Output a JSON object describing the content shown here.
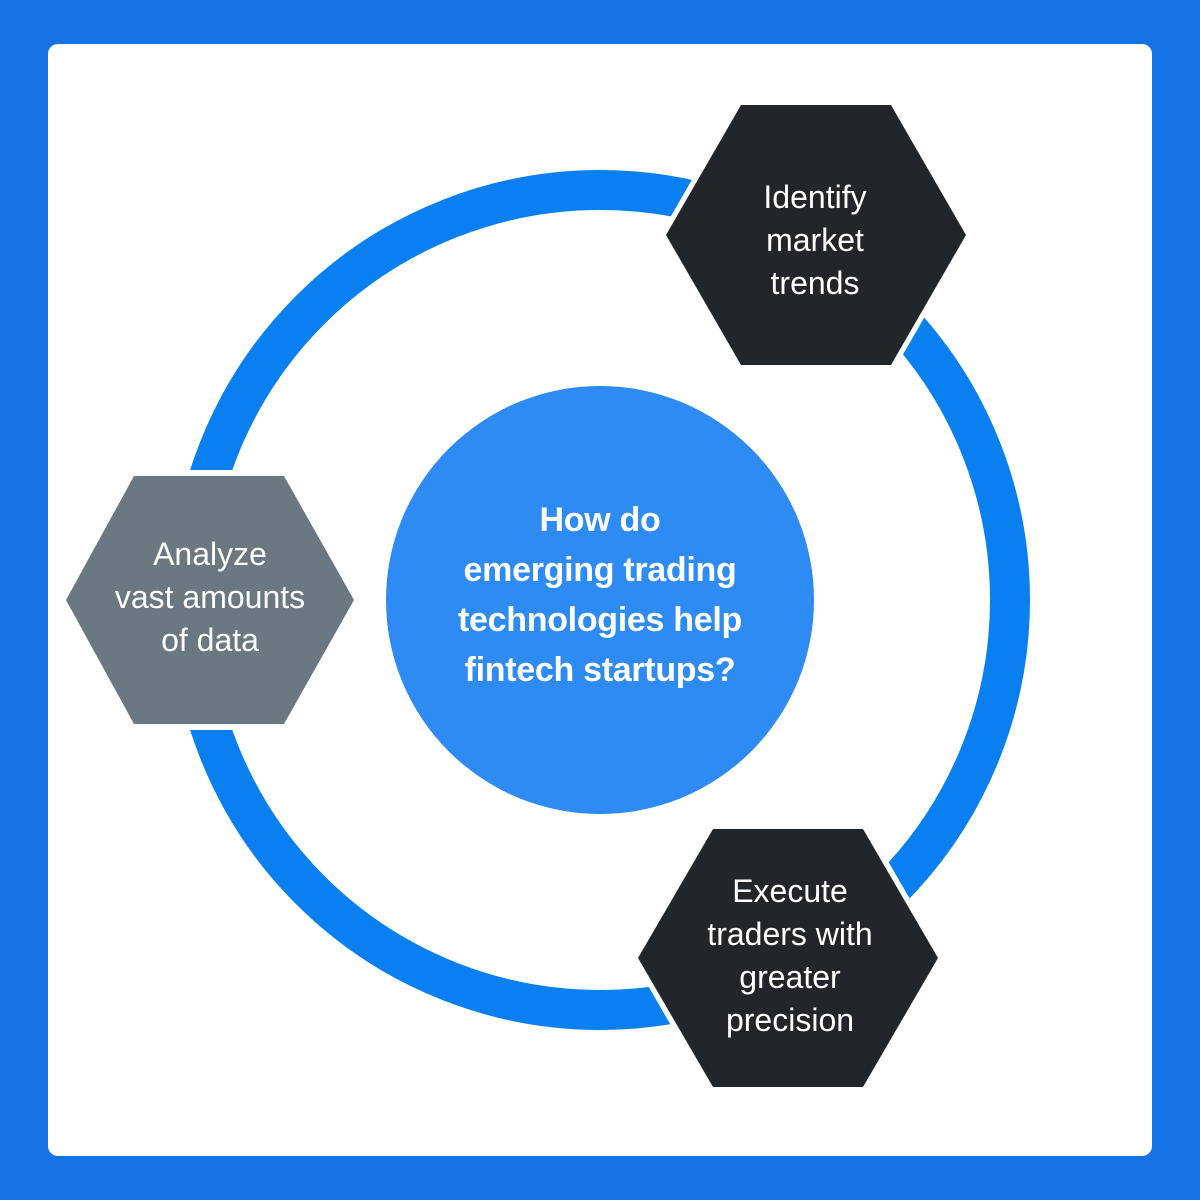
{
  "center": {
    "question": "How do\nemerging trading\ntechnologies help\nfintech startups?"
  },
  "nodes": [
    {
      "id": "identify",
      "label": "Identify\nmarket\ntrends"
    },
    {
      "id": "analyze",
      "label": "Analyze\nvast amounts\nof data"
    },
    {
      "id": "execute",
      "label": "Execute\ntraders with\ngreater\nprecision"
    }
  ],
  "colors": {
    "background": "#1673e6",
    "panel": "#ffffff",
    "ring": "#0a80f0",
    "center_circle": "#2d8bf3",
    "dark_hexagon": "#22262b",
    "gray_hexagon": "#6a7882"
  }
}
